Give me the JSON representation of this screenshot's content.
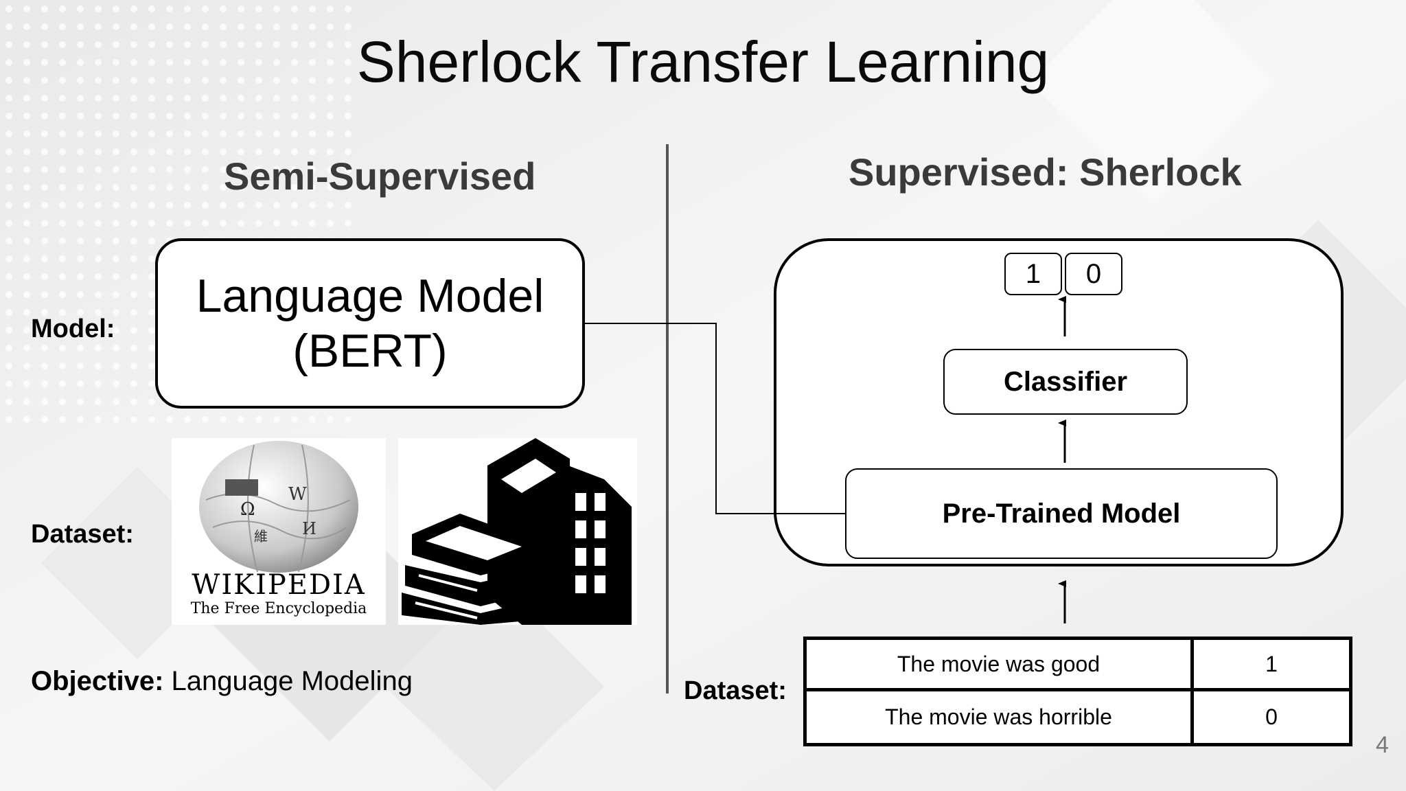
{
  "title": "Sherlock Transfer Learning",
  "left": {
    "heading": "Semi-Supervised",
    "model_label": "Model:",
    "model_box": "Language Model\n(BERT)",
    "dataset_label": "Dataset:",
    "wikipedia": {
      "wordmark": "WIKIPEDIA",
      "tagline": "The Free Encyclopedia"
    },
    "objective_label": "Objective:",
    "objective_value": "Language Modeling"
  },
  "right": {
    "heading": "Supervised: Sherlock",
    "outputs": [
      "1",
      "0"
    ],
    "classifier": "Classifier",
    "pretrained": "Pre-Trained Model",
    "dataset_label": "Dataset:",
    "table": [
      {
        "text": "The movie was good",
        "label": "1"
      },
      {
        "text": "The movie was horrible",
        "label": "0"
      }
    ]
  },
  "page_number": "4",
  "icons": [
    "wikipedia-globe-icon",
    "books-icon",
    "arrow-up-icon"
  ]
}
